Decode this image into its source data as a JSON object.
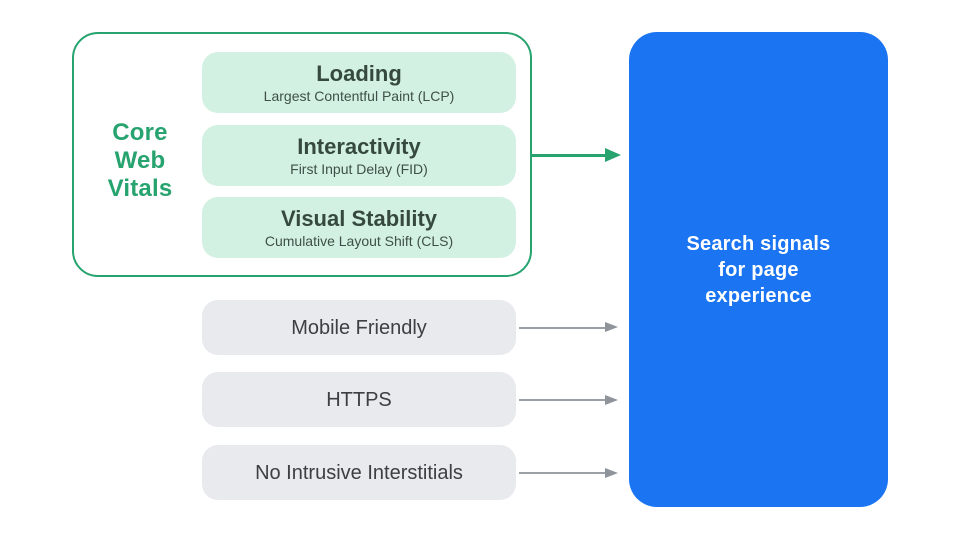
{
  "diagram": {
    "core_web_vitals": {
      "label_lines": [
        "Core",
        "Web",
        "Vitals"
      ],
      "cards": [
        {
          "title": "Loading",
          "subtitle": "Largest Contentful Paint (LCP)"
        },
        {
          "title": "Interactivity",
          "subtitle": "First Input Delay (FID)"
        },
        {
          "title": "Visual Stability",
          "subtitle": "Cumulative Layout Shift (CLS)"
        }
      ]
    },
    "other_signals": [
      "Mobile Friendly",
      "HTTPS",
      "No Intrusive Interstitials"
    ],
    "result_panel": {
      "lines": [
        "Search signals",
        "for page",
        "experience"
      ]
    },
    "colors": {
      "accent_green": "#27A36F",
      "mint_fill": "#D3F1E2",
      "card_title_text": "#36493F",
      "card_subtitle_text": "#3E5047",
      "gray_fill": "#E8EAED",
      "gray_text": "#3C4043",
      "arrow_gray": "#9AA0A6",
      "panel_blue": "#1B74F2",
      "panel_text": "#FFFFFF"
    }
  }
}
